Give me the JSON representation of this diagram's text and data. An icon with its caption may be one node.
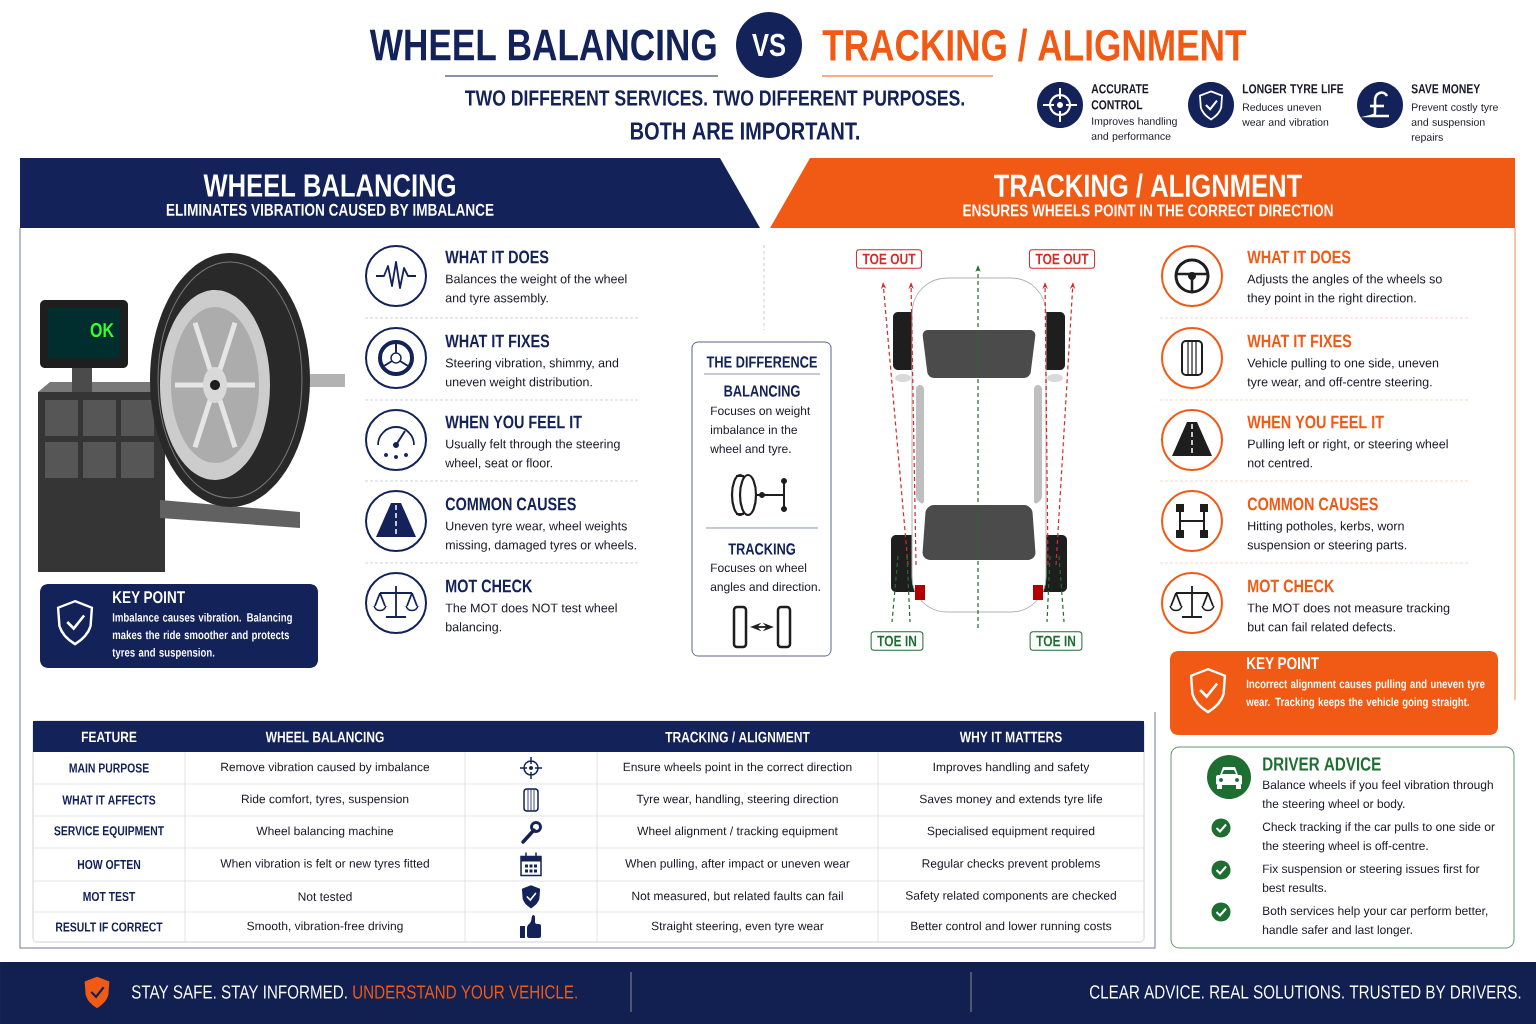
{
  "diagram": {
    "nodes": [
      {
        "text": [
          "WHEEL BALANCING",
          "ELIMINATES VIBRATION CAUSED BY IMBALANCE"
        ]
      },
      {
        "text": [
          "TRACKING / ALIGNMENT",
          "ENSURES WHEELS POINT IN THE CORRECT DIRECTION"
        ]
      },
      {
        "text": [
          "KEY POINT",
          "Imbalance causes vibration. Balancing makes the ride smoother and protects tyres and suspension."
        ]
      },
      {
        "text": [
          "THE DIFFERENCE",
          "BALANCING",
          "Focuses on weight imbalance in the wheel and tyre.",
          "TRACKING",
          "Focuses on wheel angles and direction."
        ]
      },
      {
        "text": [
          "TOE OUT"
        ]
      },
      {
        "text": [
          "TOE OUT"
        ]
      },
      {
        "text": [
          "TOE IN"
        ]
      },
      {
        "text": [
          "TOE IN"
        ]
      },
      {
        "text": [
          "KEY POINT",
          "Incorrect alignment causes pulling and uneven tyre wear. Tracking keeps the vehicle going straight."
        ]
      },
      {
        "text": [
          "DRIVER ADVICE",
          "Balance wheels if you feel vibration through the steering wheel or body.",
          "Check tracking if the car pulls to one side or the steering wheel is off-centre.",
          "Fix suspension or steering issues first for best results.",
          "Both services help your car perform better, handle safer and last longer."
        ]
      },
      {
        "text": [
          "STAY SAFE. STAY INFORMED.",
          "UNDERSTAND YOUR VEHICLE.",
          "CLEAR ADVICE. REAL SOLUTIONS. TRUSTED BY DRIVERS."
        ]
      }
    ],
    "labels": [
      "WHEEL BALANCING",
      "VS",
      "TRACKING / ALIGNMENT",
      "TWO DIFFERENT SERVICES. TWO DIFFERENT PURPOSES.",
      "BOTH ARE IMPORTANT.",
      "ACCURATE CONTROL",
      "Improves handling and performance",
      "LONGER TYRE LIFE",
      "Reduces uneven wear and vibration",
      "SAVE MONEY",
      "Prevent costly tyre and suspension repairs",
      "WHAT IT DOES",
      "Balances the weight of the wheel and tyre assembly.",
      "WHAT IT FIXES",
      "Steering vibration, shimmy, and uneven weight distribution.",
      "WHEN YOU FEEL IT",
      "Usually felt through the steering wheel, seat or floor.",
      "COMMON CAUSES",
      "Uneven tyre wear, wheel weights missing, damaged tyres or wheels.",
      "MOT CHECK",
      "The MOT does NOT test wheel balancing.",
      "WHAT IT DOES",
      "Adjusts the angles of the wheels so they point in the right direction.",
      "WHAT IT FIXES",
      "Vehicle pulling to one side, uneven tyre wear, and off-centre steering.",
      "WHEN YOU FEEL IT",
      "Pulling left or right, or steering wheel not centred.",
      "COMMON CAUSES",
      "Hitting potholes, kerbs, worn suspension or steering parts.",
      "MOT CHECK",
      "The MOT does not measure tracking but can fail related defects.",
      "FEATURE",
      "WHEEL BALANCING",
      "TRACKING / ALIGNMENT",
      "WHY IT MATTERS",
      "MAIN PURPOSE",
      "Remove vibration caused by imbalance",
      "Ensure wheels point in the correct direction",
      "Improves handling and safety",
      "WHAT IT AFFECTS",
      "Ride comfort, tyres, suspension",
      "Tyre wear, handling, steering direction",
      "Saves money and extends tyre life",
      "SERVICE EQUIPMENT",
      "Wheel balancing machine",
      "Wheel alignment / tracking equipment",
      "Specialised equipment required",
      "HOW OFTEN",
      "When vibration is felt or new tyres fitted",
      "When pulling, after impact or uneven wear",
      "Regular checks prevent problems",
      "MOT TEST",
      "Not tested",
      "Not measured, but related faults can fail",
      "Safety related components are checked",
      "RESULT IF CORRECT",
      "Smooth, vibration-free driving",
      "Straight steering, even tyre wear",
      "Better control and lower running costs",
      "OK"
    ]
  }
}
